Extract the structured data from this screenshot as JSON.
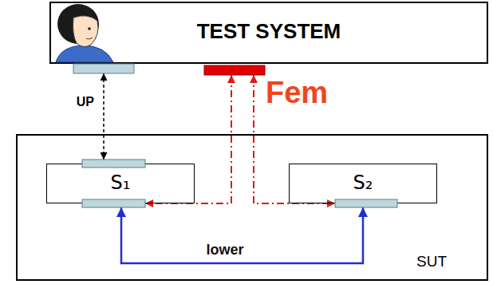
{
  "diagram": {
    "nodes": [
      {
        "text": [
          "TEST SYSTEM"
        ]
      },
      {
        "text": [
          "SUT"
        ]
      },
      {
        "text": [
          "S₁"
        ],
        "in": 1
      },
      {
        "text": [
          "S₂"
        ],
        "in": 1
      }
    ],
    "edges": [
      {
        "from": 0,
        "to": 2,
        "arrow": "both",
        "label": "UP"
      },
      {
        "from": 0,
        "to": 2,
        "arrow": "both"
      },
      {
        "from": 0,
        "to": 3,
        "arrow": "both"
      },
      {
        "from": 2,
        "to": 3,
        "arrow": "both",
        "label": "lower"
      }
    ],
    "labels": [
      "Fem"
    ]
  }
}
